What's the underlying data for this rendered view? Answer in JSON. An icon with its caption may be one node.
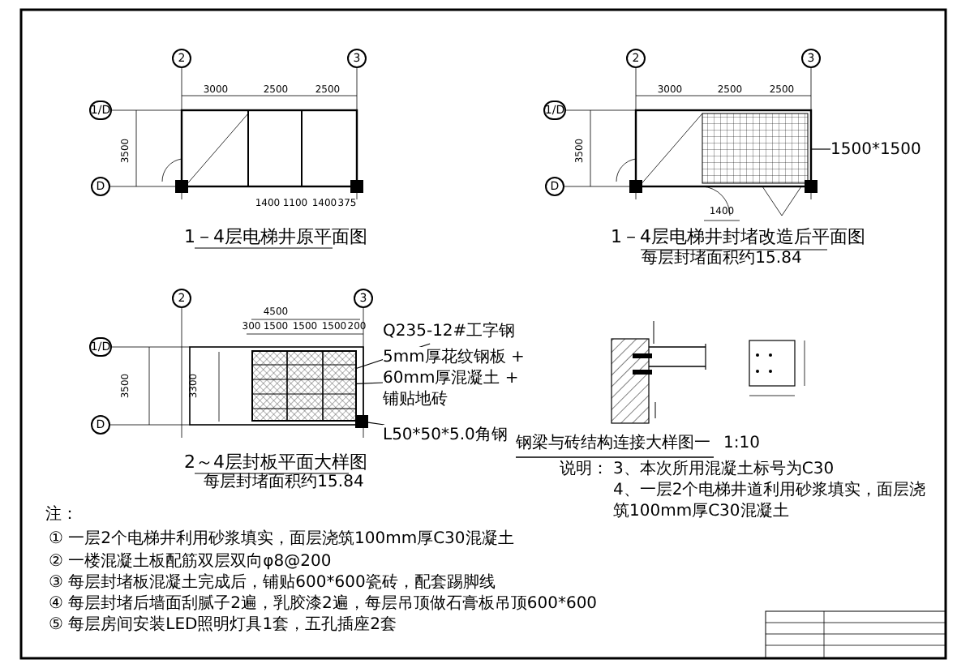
{
  "diagram": {
    "nodes": [
      {
        "text": [
          "2"
        ]
      },
      {
        "text": [
          "3"
        ]
      },
      {
        "text": [
          "1/D"
        ]
      },
      {
        "text": [
          "D"
        ]
      },
      {
        "text": [
          "2"
        ]
      },
      {
        "text": [
          "3"
        ]
      },
      {
        "text": [
          "1/D"
        ]
      },
      {
        "text": [
          "D"
        ]
      },
      {
        "text": [
          "2"
        ]
      },
      {
        "text": [
          "3"
        ]
      },
      {
        "text": [
          "1/D"
        ]
      },
      {
        "text": [
          "D"
        ]
      },
      {
        "text": [
          "1500*1500"
        ]
      },
      {
        "text": [
          "Q235-12#工字钢"
        ]
      },
      {
        "text": [
          "5mm厚花纹钢板 + 60mm厚混凝土 + 铺贴地砖"
        ]
      },
      {
        "text": [
          "L50*50*5.0角钢"
        ]
      },
      {
        "text": [],
        "shape": "box"
      },
      {
        "text": [],
        "shape": "box"
      }
    ],
    "edges": [
      {
        "from": 12,
        "to": null,
        "arrow": "none"
      },
      {
        "from": 13,
        "to": 17,
        "arrow": "none"
      },
      {
        "from": 14,
        "to": 17,
        "arrow": "none"
      },
      {
        "from": 15,
        "to": 16,
        "arrow": "none"
      }
    ],
    "labels": [
      "3000",
      "2500",
      "2500",
      "3500",
      "1400",
      "1100",
      "1400",
      "375",
      "1－4层电梯井原平面图",
      "3000",
      "2500",
      "2500",
      "3500",
      "1400",
      "1－4层电梯井封堵改造后平面图",
      "每层封堵面积约15.84",
      "4500",
      "300",
      "1500",
      "1500",
      "1500",
      "200",
      "3500",
      "3300",
      "2～4层封板平面大样图",
      "每层封堵面积约15.84",
      "钢梁与砖结构连接大样图一",
      "1:10",
      "说明：",
      "3、本次所用混凝土标号为C30",
      "4、一层2个电梯井道利用砂浆填实，面层浇筑100mm厚C30混凝土",
      "注：",
      "① 一层2个电梯井利用砂浆填实，面层浇筑100mm厚C30混凝土",
      "② 一楼混凝土板配筋双层双向φ8@200",
      "③ 每层封堵板混凝土完成后，铺贴600*600瓷砖，配套踢脚线",
      "④ 每层封堵后墙面刮腻子2遍，乳胶漆2遍，每层吊顶做石膏板吊顶600*600",
      "⑤ 每层房间安装LED照明灯具1套，五孔插座2套"
    ]
  }
}
